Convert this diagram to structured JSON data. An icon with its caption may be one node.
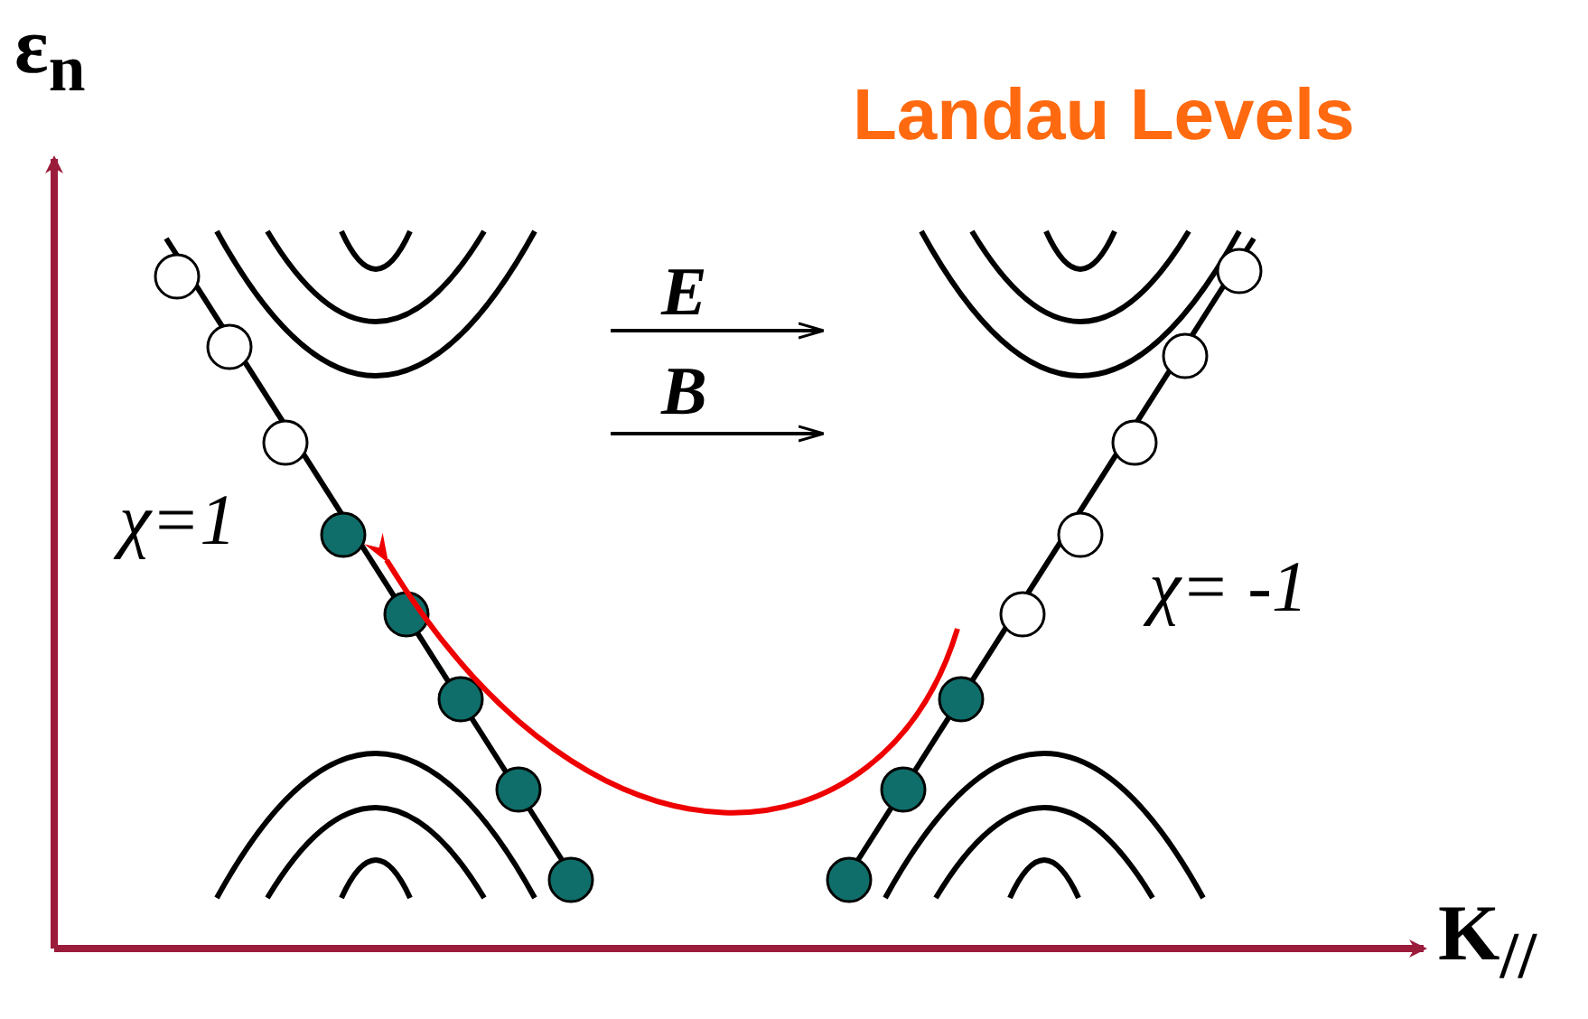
{
  "diagram": {
    "title": "Landau Levels",
    "labels": [
      "ε$_{n}$",
      "E",
      "B",
      "χ=1",
      "χ= -1",
      "K$_{//}$"
    ]
  }
}
